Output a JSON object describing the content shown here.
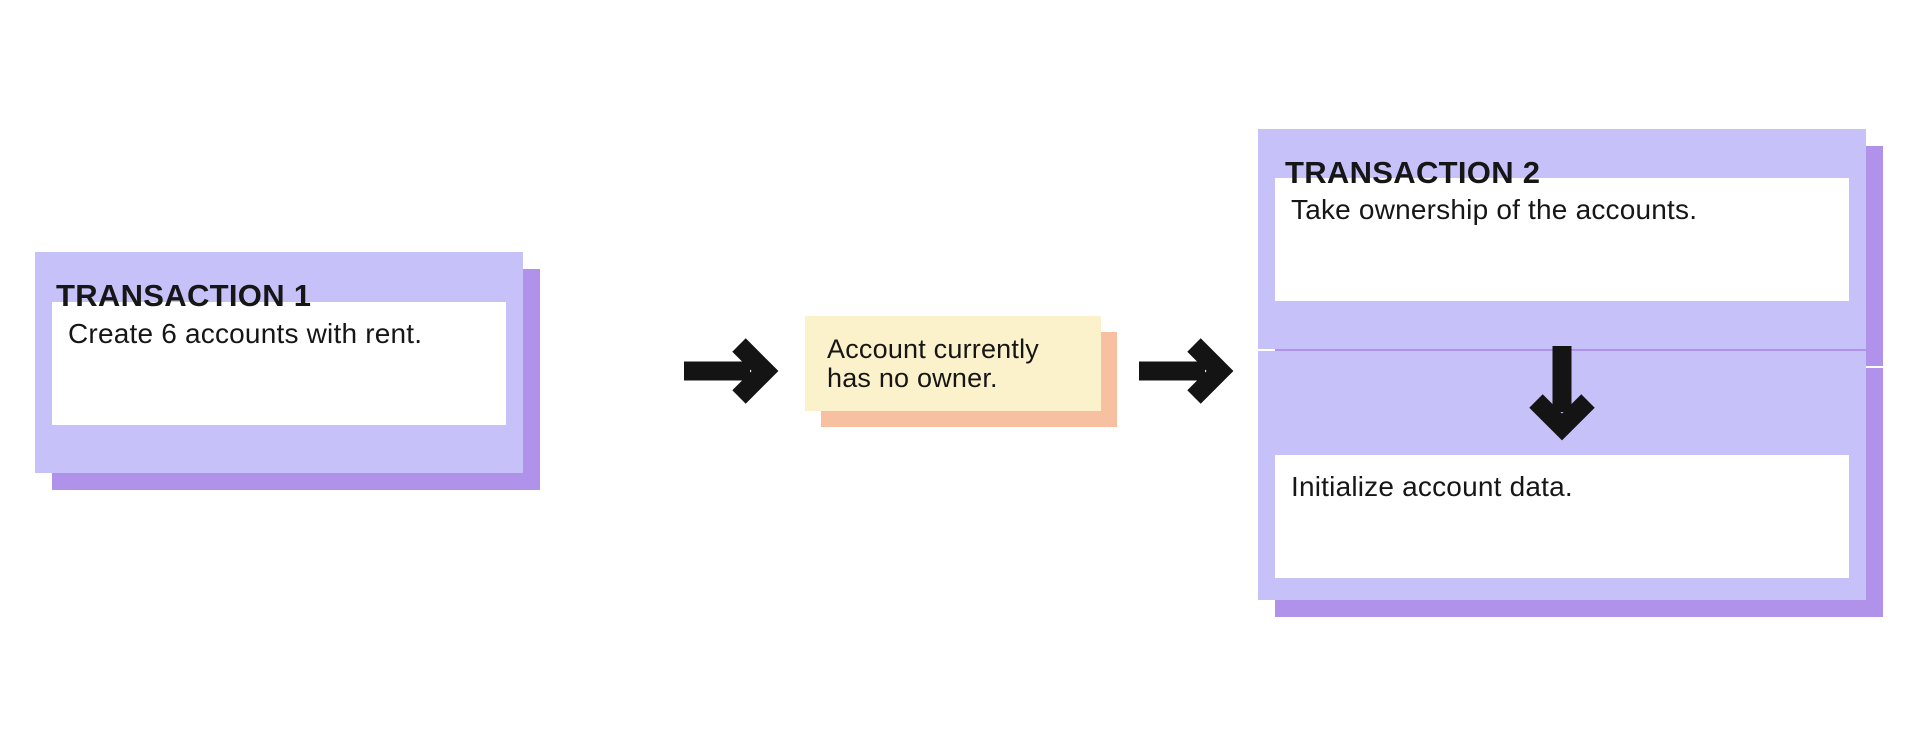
{
  "colors": {
    "lavender": "#C6C1F8",
    "purple_shadow": "#B092EB",
    "yellow": "#FBF2CB",
    "salmon_shadow": "#F7C1A1",
    "white": "#FFFFFF",
    "arrow_black": "#141414",
    "text": "#161616"
  },
  "transaction1": {
    "title": "TRANSACTION 1",
    "step1": "Create 6 accounts with rent."
  },
  "note": {
    "line1": "Account currently",
    "line2": "has no owner."
  },
  "transaction2": {
    "title": "TRANSACTION 2",
    "step1": "Take ownership of the accounts.",
    "step2": "Initialize account data."
  },
  "icons": {
    "arrow_right_1": "arrow-right-icon",
    "arrow_right_2": "arrow-right-icon",
    "arrow_down": "arrow-down-icon"
  }
}
